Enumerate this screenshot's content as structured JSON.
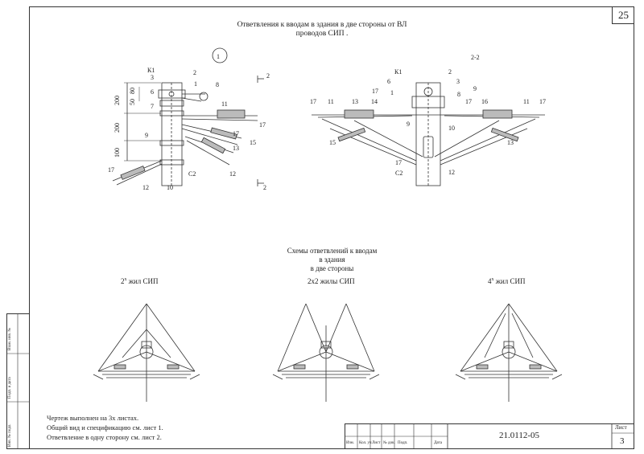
{
  "sheet_corner": "25",
  "title_lines": [
    "Ответвления к вводам в здания в две стороны от ВЛ",
    "проводов СИП ."
  ],
  "view1": {
    "circle_label": "1",
    "section_mark": "2"
  },
  "view2": {
    "title": "2-2"
  },
  "dims": [
    "200",
    "80",
    "50",
    "200",
    "100"
  ],
  "callouts_view1": [
    "К1",
    "3",
    "2",
    "6",
    "8",
    "7",
    "1",
    "11",
    "9",
    "17",
    "15",
    "13",
    "17",
    "12",
    "C2",
    "17",
    "12",
    "10"
  ],
  "callouts_view2": [
    "К1",
    "2",
    "6",
    "3",
    "1",
    "9",
    "17",
    "8",
    "11",
    "13",
    "14",
    "17",
    "16",
    "11",
    "17",
    "17",
    "10",
    "9",
    "15",
    "13",
    "17",
    "C2",
    "12"
  ],
  "schemes_title": [
    "Схемы ответвлений к вводам",
    "в здания",
    "в две стороны"
  ],
  "schemes": [
    {
      "base": "2",
      "sup": "х",
      "rest": " жил СИП"
    },
    {
      "base": "2х2 жилы СИП",
      "sup": "",
      "rest": ""
    },
    {
      "base": "4",
      "sup": "х",
      "rest": " жил СИП"
    }
  ],
  "notes": [
    "Чертеж выполнен на 3х листах.",
    "Общий вид и спецификацию см. лист 1.",
    "Ответвление в одну сторону см. лист 2."
  ],
  "title_block": {
    "doc_code": "21.0112-05",
    "sheet_header": "Лист",
    "sheet_number": "3",
    "columns": [
      "Изм.",
      "Кол. уч",
      "Лист",
      "№ док.",
      "Подп.",
      "Дата"
    ]
  },
  "side_stamp": [
    "Инв. № подл.",
    "Подп. и дата",
    "Взам. инв. №"
  ]
}
